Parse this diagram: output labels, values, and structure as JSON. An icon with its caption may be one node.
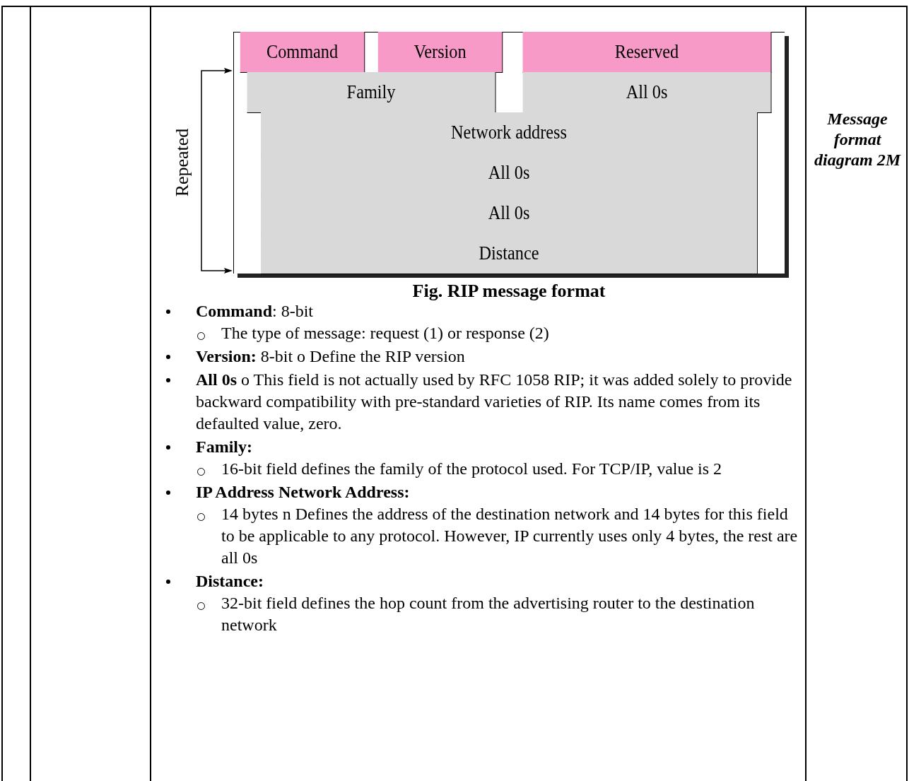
{
  "diagram": {
    "caption": "Fig. RIP message format",
    "nodes": [
      {
        "text": [
          "Command"
        ]
      },
      {
        "text": [
          "Version"
        ]
      },
      {
        "text": [
          "Reserved"
        ]
      },
      {
        "text": [
          "Family"
        ]
      },
      {
        "text": [
          "All 0s"
        ]
      },
      {
        "text": [
          "Network address"
        ]
      },
      {
        "text": [
          "All 0s"
        ]
      },
      {
        "text": [
          "All 0s"
        ]
      },
      {
        "text": [
          "Distance"
        ]
      }
    ],
    "edges": [],
    "labels": [
      "Repeated",
      "Message format diagram 2M",
      "**Command**: 8-bit",
      "The type of message: request (1) or response (2)",
      "**Version:** 8-bit  o Define the RIP version",
      "**All 0s**  o This field is not actually used by RFC 1058 RIP; it was added solely to provide backward compatibility with pre-standard varieties of RIP. Its name comes from its defaulted value, zero.",
      "**Family:**",
      "16-bit field defines the family of the protocol used. For TCP/IP, value is 2",
      "**IP Address Network Address:**",
      "14 bytes n Defines the address of the destination network and 14 bytes for this field to be applicable to any protocol. However, IP currently uses only 4 bytes, the rest are all 0s",
      "**Distance:**",
      "32-bit field defines the hop count from the advertising router to the destination network"
    ]
  }
}
